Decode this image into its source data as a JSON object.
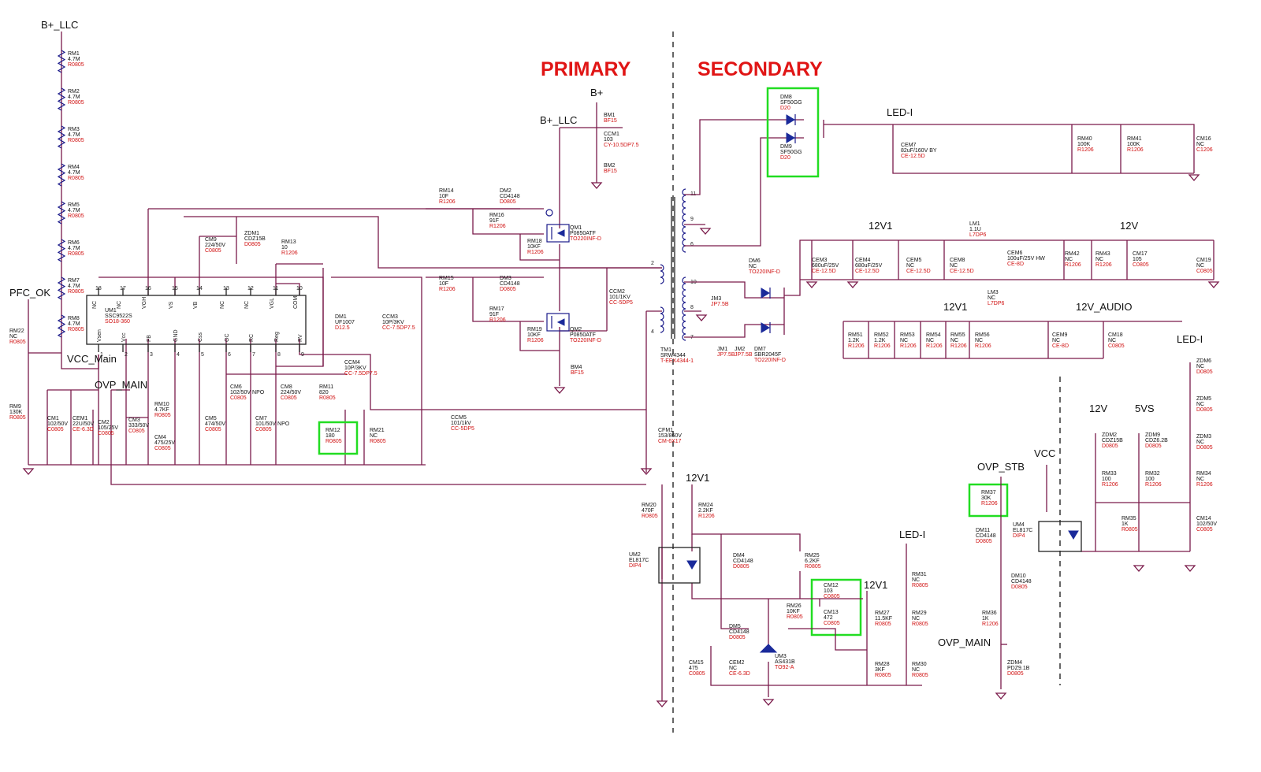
{
  "sections": {
    "primary": "PRIMARY",
    "secondary": "SECONDARY"
  },
  "nets": [
    {
      "id": "b_llc_top",
      "label": "B+_LLC"
    },
    {
      "id": "b_plus",
      "label": "B+"
    },
    {
      "id": "b_llc_mid",
      "label": "B+_LLC"
    },
    {
      "id": "pfc_ok",
      "label": "PFC_OK"
    },
    {
      "id": "vcc_main",
      "label": "VCC_Main"
    },
    {
      "id": "ovp_main",
      "label": "OVP_MAIN"
    },
    {
      "id": "led_i_top",
      "label": "LED-I"
    },
    {
      "id": "v12_1",
      "label": "12V1"
    },
    {
      "id": "v12",
      "label": "12V"
    },
    {
      "id": "v12_2",
      "label": "12V1"
    },
    {
      "id": "v12_audio",
      "label": "12V_AUDIO"
    },
    {
      "id": "led_i_right",
      "label": "LED-I"
    },
    {
      "id": "v12_r",
      "label": "12V"
    },
    {
      "id": "v5vs",
      "label": "5VS"
    },
    {
      "id": "ovp_stb",
      "label": "OVP_STB"
    },
    {
      "id": "vcc",
      "label": "VCC"
    },
    {
      "id": "v12_fb",
      "label": "12V1"
    },
    {
      "id": "led_i_fb",
      "label": "LED-I"
    },
    {
      "id": "v12_fb2",
      "label": "12V1"
    },
    {
      "id": "ovp_main2",
      "label": "OVP_MAIN"
    }
  ],
  "components": [
    {
      "ref": "RM1",
      "value": "4.7M",
      "pkg": "R0805"
    },
    {
      "ref": "RM2",
      "value": "4.7M",
      "pkg": "R0805"
    },
    {
      "ref": "RM3",
      "value": "4.7M",
      "pkg": "R0805"
    },
    {
      "ref": "RM4",
      "value": "4.7M",
      "pkg": "R0805"
    },
    {
      "ref": "RM5",
      "value": "4.7M",
      "pkg": "R0805"
    },
    {
      "ref": "RM6",
      "value": "4.7M",
      "pkg": "R0805"
    },
    {
      "ref": "RM7",
      "value": "4.7M",
      "pkg": "R0805"
    },
    {
      "ref": "RM8",
      "value": "4.7M",
      "pkg": "R0805"
    },
    {
      "ref": "RM22",
      "value": "NC",
      "pkg": "R0805"
    },
    {
      "ref": "RM9",
      "value": "130K",
      "pkg": "R0805"
    },
    {
      "ref": "CM1",
      "value": "102/50V",
      "pkg": "C0805"
    },
    {
      "ref": "CEM1",
      "value": "22U/50V",
      "pkg": "CE-6.3D"
    },
    {
      "ref": "CM2",
      "value": "105/25V",
      "pkg": "C0805"
    },
    {
      "ref": "CM3",
      "value": "333/50V",
      "pkg": "C0805"
    },
    {
      "ref": "RM10",
      "value": "4.7KF",
      "pkg": "R0805"
    },
    {
      "ref": "CM4",
      "value": "475/25V",
      "pkg": "C0805"
    },
    {
      "ref": "UM1",
      "value": "SSC9522S",
      "pkg": "SO18-360"
    },
    {
      "ref": "CM9",
      "value": "224/50V",
      "pkg": "C0805"
    },
    {
      "ref": "ZDM1",
      "value": "CDZ15B",
      "pkg": "D0805"
    },
    {
      "ref": "RM13",
      "value": "10",
      "pkg": "R1206"
    },
    {
      "ref": "DM1",
      "value": "UF1007",
      "pkg": "D12.5"
    },
    {
      "ref": "CCM3",
      "value": "10P/3KV",
      "pkg": "CC-7.5DP7.5"
    },
    {
      "ref": "CCM4",
      "value": "10P/3KV",
      "pkg": "CC-7.5DP7.5"
    },
    {
      "ref": "CM5",
      "value": "474/50V",
      "pkg": "C0805"
    },
    {
      "ref": "CM6",
      "value": "102/50V NPO",
      "pkg": "C0805"
    },
    {
      "ref": "CM7",
      "value": "101/50V NPO",
      "pkg": "C0805"
    },
    {
      "ref": "CM8",
      "value": "224/50V",
      "pkg": "C0805"
    },
    {
      "ref": "RM11",
      "value": "820",
      "pkg": "R0805"
    },
    {
      "ref": "RM12",
      "value": "180",
      "pkg": "R0805"
    },
    {
      "ref": "RM21",
      "value": "NC",
      "pkg": "R0805"
    },
    {
      "ref": "CCM5",
      "value": "101/1kV",
      "pkg": "CC-5DP5"
    },
    {
      "ref": "RM14",
      "value": "10F",
      "pkg": "R1206"
    },
    {
      "ref": "DM2",
      "value": "CD4148",
      "pkg": "D0805"
    },
    {
      "ref": "RM16",
      "value": "91F",
      "pkg": "R1206"
    },
    {
      "ref": "RM18",
      "value": "10KF",
      "pkg": "R1206"
    },
    {
      "ref": "QM1",
      "value": "P0850ATF",
      "pkg": "TO220INF-D"
    },
    {
      "ref": "RM15",
      "value": "10F",
      "pkg": "R1206"
    },
    {
      "ref": "DM3",
      "value": "CD4148",
      "pkg": "D0805"
    },
    {
      "ref": "RM17",
      "value": "91F",
      "pkg": "R1206"
    },
    {
      "ref": "RM19",
      "value": "10KF",
      "pkg": "R1206"
    },
    {
      "ref": "QM2",
      "value": "P0850ATF",
      "pkg": "TO220INF-D"
    },
    {
      "ref": "BM1",
      "value": "",
      "pkg": "BF15"
    },
    {
      "ref": "CCM1",
      "value": "103",
      "pkg": "CY-10.5DP7.5"
    },
    {
      "ref": "BM2",
      "value": "",
      "pkg": "BF15"
    },
    {
      "ref": "BM4",
      "value": "",
      "pkg": "BF15"
    },
    {
      "ref": "CCM2",
      "value": "101/1KV",
      "pkg": "CC-5DP5"
    },
    {
      "ref": "CFM1",
      "value": "153/860V",
      "pkg": "CM-6X17"
    },
    {
      "ref": "TM1",
      "value": "SRW4344",
      "pkg": "T-EEX4344-1"
    },
    {
      "ref": "DM8",
      "value": "SF50GG",
      "pkg": "D20"
    },
    {
      "ref": "DM9",
      "value": "SF50GG",
      "pkg": "D20"
    },
    {
      "ref": "CEM7",
      "value": "82uF/160V BY",
      "pkg": "CE-12.5D"
    },
    {
      "ref": "RM40",
      "value": "100K",
      "pkg": "R1206"
    },
    {
      "ref": "RM41",
      "value": "100K",
      "pkg": "R1206"
    },
    {
      "ref": "CM16",
      "value": "NC",
      "pkg": "C1206"
    },
    {
      "ref": "DM6",
      "value": "NC",
      "pkg": "TO220INF-D"
    },
    {
      "ref": "DM7",
      "value": "SBR2045F",
      "pkg": "TO220INF-D"
    },
    {
      "ref": "JM3",
      "value": "",
      "pkg": "JP7.5B"
    },
    {
      "ref": "JM1",
      "value": "",
      "pkg": "JP7.5B"
    },
    {
      "ref": "JM2",
      "value": "",
      "pkg": "JP7.5B"
    },
    {
      "ref": "CEM3",
      "value": "680uF/25V",
      "pkg": "CE-12.5D"
    },
    {
      "ref": "CEM4",
      "value": "680uF/25V",
      "pkg": "CE-12.5D"
    },
    {
      "ref": "CEM5",
      "value": "NC",
      "pkg": "CE-12.5D"
    },
    {
      "ref": "CEM8",
      "value": "NC",
      "pkg": "CE-12.5D"
    },
    {
      "ref": "LM1",
      "value": "1.1U",
      "pkg": "L7DP6"
    },
    {
      "ref": "CEM6",
      "value": "100uF/25V HW",
      "pkg": "CE-8D"
    },
    {
      "ref": "RM42",
      "value": "NC",
      "pkg": "R1206"
    },
    {
      "ref": "RM43",
      "value": "NC",
      "pkg": "R1206"
    },
    {
      "ref": "CM17",
      "value": "105",
      "pkg": "C0805"
    },
    {
      "ref": "CM19",
      "value": "NC",
      "pkg": "C0805"
    },
    {
      "ref": "RM51",
      "value": "1.2K",
      "pkg": "R1206"
    },
    {
      "ref": "RM52",
      "value": "1.2K",
      "pkg": "R1206"
    },
    {
      "ref": "RM53",
      "value": "NC",
      "pkg": "R1206"
    },
    {
      "ref": "RM54",
      "value": "NC",
      "pkg": "R1206"
    },
    {
      "ref": "RM55",
      "value": "NC",
      "pkg": "R1206"
    },
    {
      "ref": "RM56",
      "value": "NC",
      "pkg": "R1206"
    },
    {
      "ref": "LM3",
      "value": "NC",
      "pkg": "L7DP6"
    },
    {
      "ref": "CEM9",
      "value": "NC",
      "pkg": "CE-8D"
    },
    {
      "ref": "CM18",
      "value": "NC",
      "pkg": "C0805"
    },
    {
      "ref": "RM20",
      "value": "470F",
      "pkg": "R0805"
    },
    {
      "ref": "UM2",
      "value": "EL817C",
      "pkg": "DIP4"
    },
    {
      "ref": "RM24",
      "value": "2.2KF",
      "pkg": "R1206"
    },
    {
      "ref": "DM4",
      "value": "CD4148",
      "pkg": "D0805"
    },
    {
      "ref": "RM25",
      "value": "6.2KF",
      "pkg": "R0805"
    },
    {
      "ref": "CM12",
      "value": "103",
      "pkg": "C0805"
    },
    {
      "ref": "CM13",
      "value": "472",
      "pkg": "C0805"
    },
    {
      "ref": "RM26",
      "value": "10KF",
      "pkg": "R0805"
    },
    {
      "ref": "DM5",
      "value": "CD4148",
      "pkg": "D0805"
    },
    {
      "ref": "UM3",
      "value": "AS431B",
      "pkg": "TO92-A"
    },
    {
      "ref": "CM15",
      "value": "475",
      "pkg": "C0805"
    },
    {
      "ref": "CEM2",
      "value": "NC",
      "pkg": "CE-6.3D"
    },
    {
      "ref": "RM27",
      "value": "11.5KF",
      "pkg": "R0805"
    },
    {
      "ref": "RM28",
      "value": "3KF",
      "pkg": "R0805"
    },
    {
      "ref": "RM31",
      "value": "NC",
      "pkg": "R0805"
    },
    {
      "ref": "RM29",
      "value": "NC",
      "pkg": "R0805"
    },
    {
      "ref": "RM30",
      "value": "NC",
      "pkg": "R0805"
    },
    {
      "ref": "RM37",
      "value": "30K",
      "pkg": "R1206"
    },
    {
      "ref": "DM11",
      "value": "CD4148",
      "pkg": "D0805"
    },
    {
      "ref": "UM4",
      "value": "EL817C",
      "pkg": "DIP4"
    },
    {
      "ref": "DM10",
      "value": "CD4148",
      "pkg": "D0805"
    },
    {
      "ref": "RM36",
      "value": "1K",
      "pkg": "R1206"
    },
    {
      "ref": "ZDM4",
      "value": "PDZ9.1B",
      "pkg": "D0805"
    },
    {
      "ref": "ZDM2",
      "value": "CDZ15B",
      "pkg": "D0805"
    },
    {
      "ref": "ZDM9",
      "value": "CDZ6.2B",
      "pkg": "D0805"
    },
    {
      "ref": "RM33",
      "value": "100",
      "pkg": "R1206"
    },
    {
      "ref": "RM32",
      "value": "100",
      "pkg": "R1206"
    },
    {
      "ref": "RM35",
      "value": "1K",
      "pkg": "R0805"
    },
    {
      "ref": "ZDM6",
      "value": "NC",
      "pkg": "D0805"
    },
    {
      "ref": "ZDM5",
      "value": "NC",
      "pkg": "D0805"
    },
    {
      "ref": "ZDM3",
      "value": "NC",
      "pkg": "D0805"
    },
    {
      "ref": "RM34",
      "value": "NC",
      "pkg": "R1206"
    },
    {
      "ref": "CM14",
      "value": "102/50V",
      "pkg": "C0805"
    }
  ],
  "ic_pins": {
    "top": [
      {
        "n": "18",
        "name": "NC"
      },
      {
        "n": "17",
        "name": "NC"
      },
      {
        "n": "16",
        "name": "VGH"
      },
      {
        "n": "15",
        "name": "VS"
      },
      {
        "n": "14",
        "name": "VB"
      },
      {
        "n": "13",
        "name": "NC"
      },
      {
        "n": "12",
        "name": "NC"
      },
      {
        "n": "11",
        "name": "VGL"
      },
      {
        "n": "10",
        "name": "COM"
      }
    ],
    "bottom": [
      {
        "n": "1",
        "name": "Vsen"
      },
      {
        "n": "2",
        "name": "Vcc"
      },
      {
        "n": "3",
        "name": "FB"
      },
      {
        "n": "4",
        "name": "GND"
      },
      {
        "n": "5",
        "name": "Css"
      },
      {
        "n": "6",
        "name": "OC"
      },
      {
        "n": "7",
        "name": "RC"
      },
      {
        "n": "8",
        "name": "Reg"
      },
      {
        "n": "9",
        "name": "RV"
      }
    ]
  },
  "transformer_pins": [
    "11",
    "9",
    "6",
    "2",
    "10",
    "8",
    "7",
    "4"
  ]
}
